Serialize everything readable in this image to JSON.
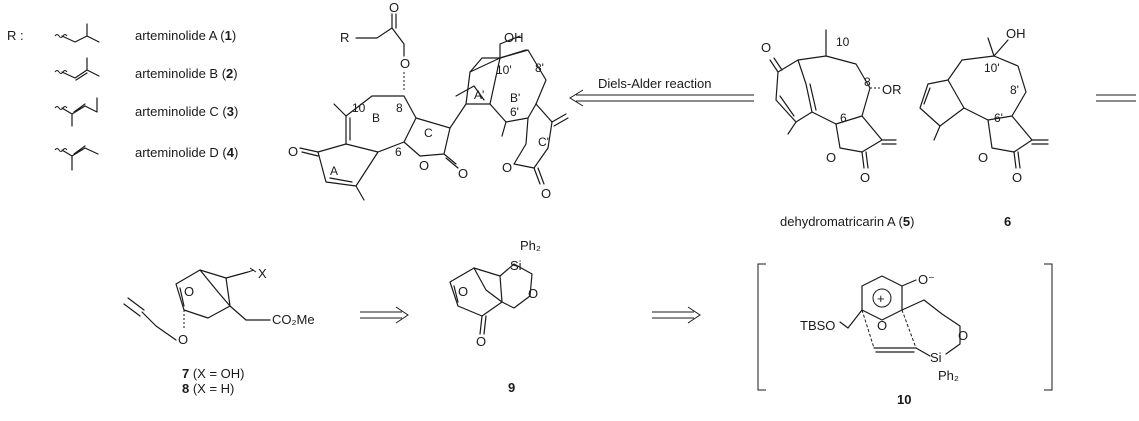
{
  "r_group": {
    "prefix": "R :",
    "entries": [
      {
        "name": "arteminolide A (",
        "num": "1",
        "close": ")"
      },
      {
        "name": "arteminolide B (",
        "num": "2",
        "close": ")"
      },
      {
        "name": "arteminolide C (",
        "num": "3",
        "close": ")"
      },
      {
        "name": "arteminolide D (",
        "num": "4",
        "close": ")"
      }
    ]
  },
  "arteminolide_core": {
    "atoms": {
      "R": "R",
      "O_carbonyl": "O",
      "O_ester": "O",
      "OH": "OH",
      "O_ketone": "O",
      "O_lactone_C": "O",
      "O_lactone_Cp": "O",
      "O_exo_C": "O",
      "O_exo_Cp": "O"
    },
    "rings": [
      "A",
      "B",
      "C",
      "A'",
      "B'",
      "C'"
    ],
    "positions": [
      "10",
      "8",
      "6",
      "10'",
      "8'",
      "6'"
    ]
  },
  "reaction": {
    "label": "Diels-Alder reaction"
  },
  "dehydromatricarin": {
    "atoms": {
      "O_ketone": "O",
      "OR": "OR",
      "O_ring": "O",
      "O_exo": "O"
    },
    "positions": [
      "10",
      "8",
      "6"
    ],
    "name": "dehydromatricarin A (",
    "num": "5",
    "close": ")"
  },
  "compound6": {
    "atoms": {
      "OH": "OH",
      "O_ring": "O",
      "O_exo": "O"
    },
    "positions": [
      "10'",
      "8'",
      "6'"
    ],
    "num": "6"
  },
  "compound78": {
    "atoms": {
      "O_bridge": "O",
      "X": "X",
      "O_ether": "O",
      "ester": "CO₂Me"
    },
    "label1_num": "7",
    "label1_rest": " (X = OH)",
    "label2_num": "8",
    "label2_rest": " (X = H)"
  },
  "compound9": {
    "atoms": {
      "Ph2": "Ph₂",
      "Si": "Si",
      "O_bridge": "O",
      "O_ring": "O",
      "O_ketone": "O"
    },
    "num": "9"
  },
  "compound10": {
    "atoms": {
      "TBSO": "TBSO",
      "O_minus": "O⁻",
      "plus": "+",
      "O_bridge": "O",
      "O_ring": "O",
      "Si": "Si",
      "Ph2": "Ph₂"
    },
    "num": "10"
  }
}
